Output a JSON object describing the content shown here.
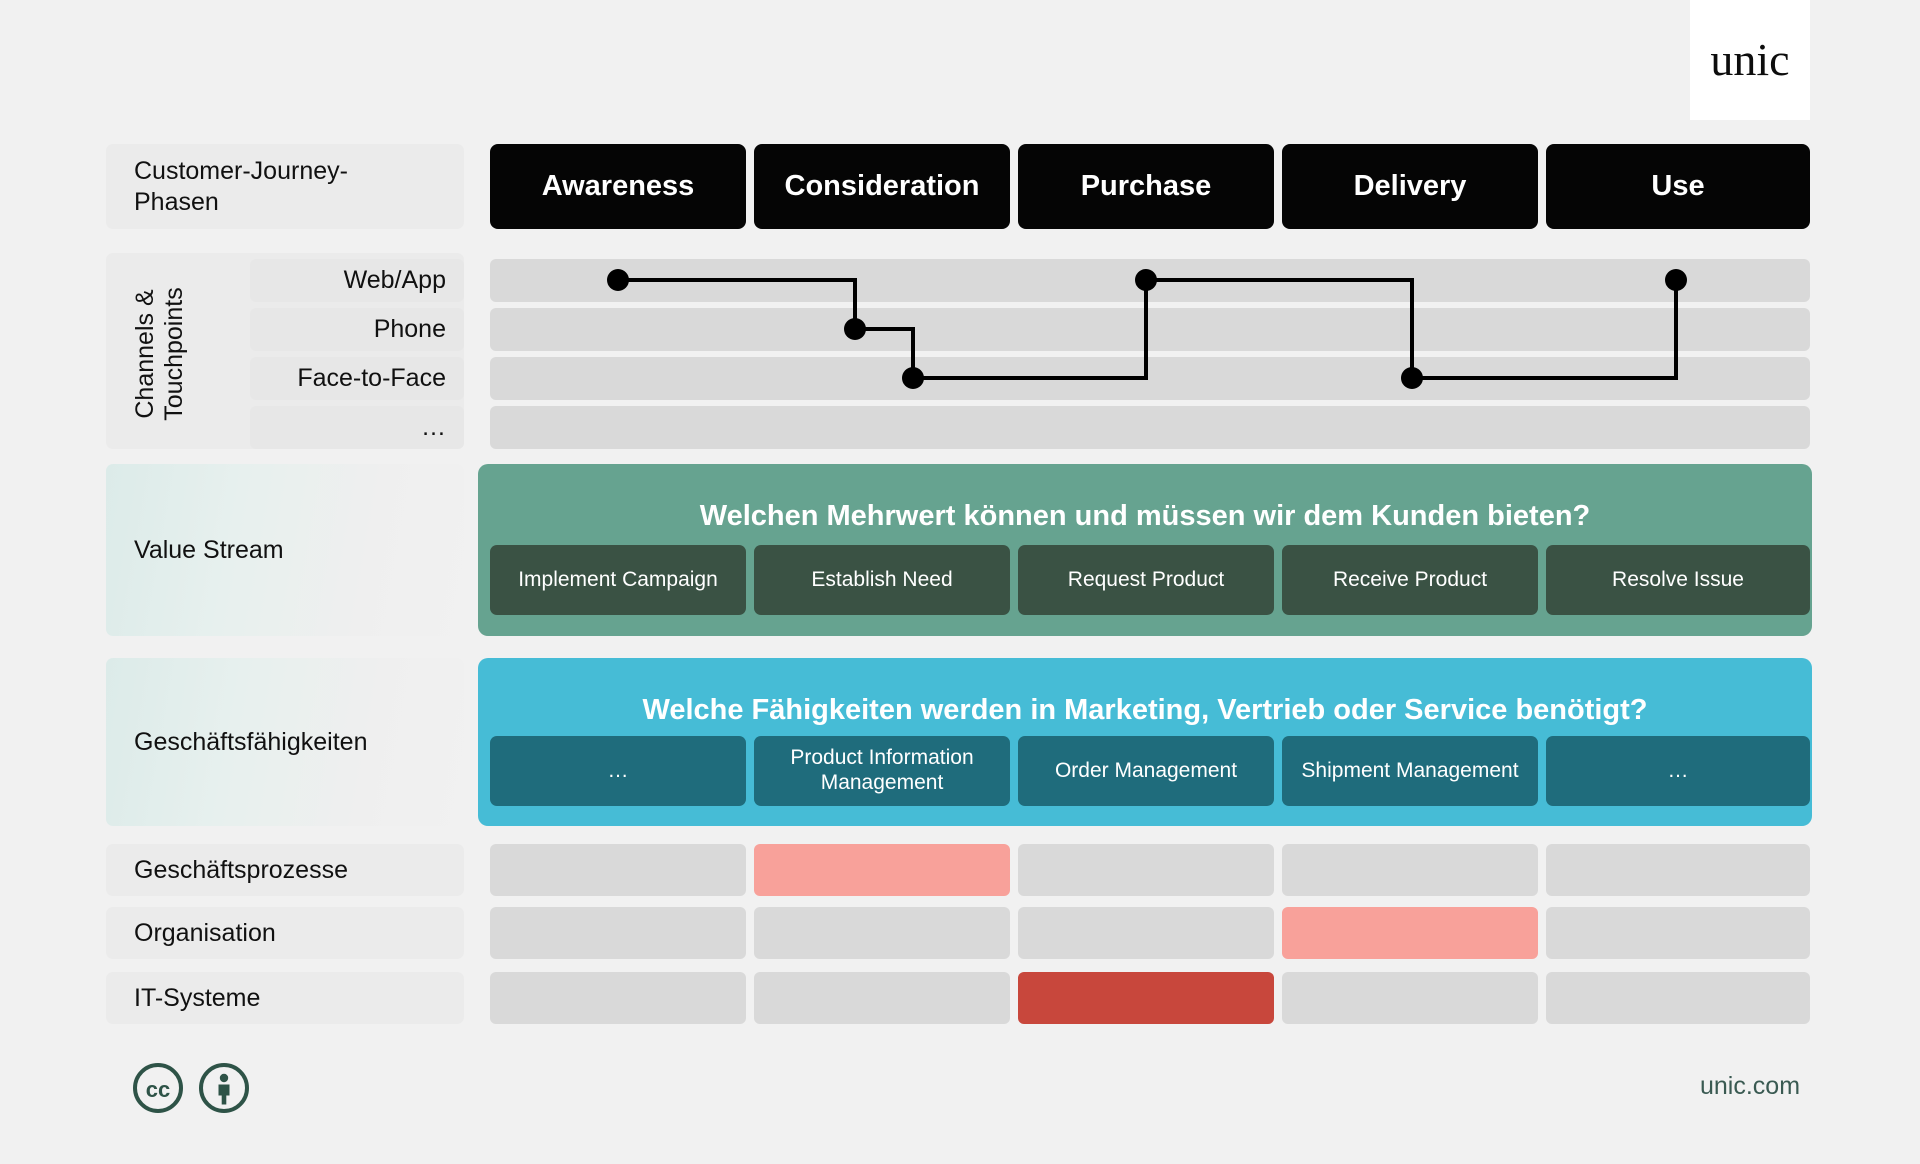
{
  "brand": {
    "logo_text": "unic",
    "footer_link": "unic.com",
    "license_icons": [
      "creative-commons-icon",
      "creative-commons-by-icon"
    ]
  },
  "colors": {
    "page_background": "#f1f1f1",
    "phase_box": "#050505",
    "row_grey": "#d9d9d9",
    "value_stream_band": "#66a390",
    "value_stream_cell": "#3a5244",
    "capability_band": "#46bcd6",
    "capability_cell": "#1f6c7c",
    "highlight_light_red": "#f8a19a",
    "highlight_dark_red": "#c8473c",
    "footer_green": "#3a5a52"
  },
  "rows": {
    "phases_label": "Customer-Journey-\nPhasen",
    "channels_label": "Channels &\nTouchpoints",
    "value_stream_label": "Value Stream",
    "capabilities_label": "Geschäftsfähigkeiten",
    "business_processes_label": "Geschäftsprozesse",
    "organisation_label": "Organisation",
    "it_systems_label": "IT-Systeme"
  },
  "phases": [
    {
      "label": "Awareness"
    },
    {
      "label": "Consideration"
    },
    {
      "label": "Purchase"
    },
    {
      "label": "Delivery"
    },
    {
      "label": "Use"
    }
  ],
  "channels": [
    {
      "label": "Web/App"
    },
    {
      "label": "Phone"
    },
    {
      "label": "Face-to-Face"
    },
    {
      "label": "…"
    }
  ],
  "journey_path": {
    "description": "customer-journey-touchpoint-path",
    "nodes": [
      {
        "phase": "Awareness",
        "channel": "Web/App"
      },
      {
        "phase": "Consideration",
        "channel": "Phone"
      },
      {
        "phase": "Consideration",
        "channel": "Face-to-Face"
      },
      {
        "phase": "Purchase",
        "channel": "Web/App"
      },
      {
        "phase": "Delivery",
        "channel": "Face-to-Face"
      },
      {
        "phase": "Use",
        "channel": "Web/App"
      }
    ]
  },
  "value_stream": {
    "question": "Welchen Mehrwert können und müssen wir dem Kunden bieten?",
    "steps": [
      {
        "label": "Implement Campaign"
      },
      {
        "label": "Establish Need"
      },
      {
        "label": "Request Product"
      },
      {
        "label": "Receive Product"
      },
      {
        "label": "Resolve Issue"
      }
    ]
  },
  "capabilities": {
    "question": "Welche Fähigkeiten werden in Marketing, Vertrieb oder Service benötigt?",
    "items": [
      {
        "label": "…"
      },
      {
        "label": "Product Information Management"
      },
      {
        "label": "Order Management"
      },
      {
        "label": "Shipment Management"
      },
      {
        "label": "…"
      }
    ]
  },
  "matrix": {
    "rows": [
      {
        "name": "Geschäftsprozesse",
        "cells": [
          "none",
          "light",
          "none",
          "none",
          "none"
        ]
      },
      {
        "name": "Organisation",
        "cells": [
          "none",
          "none",
          "none",
          "light",
          "none"
        ]
      },
      {
        "name": "IT-Systeme",
        "cells": [
          "none",
          "none",
          "dark",
          "none",
          "none"
        ]
      }
    ]
  }
}
